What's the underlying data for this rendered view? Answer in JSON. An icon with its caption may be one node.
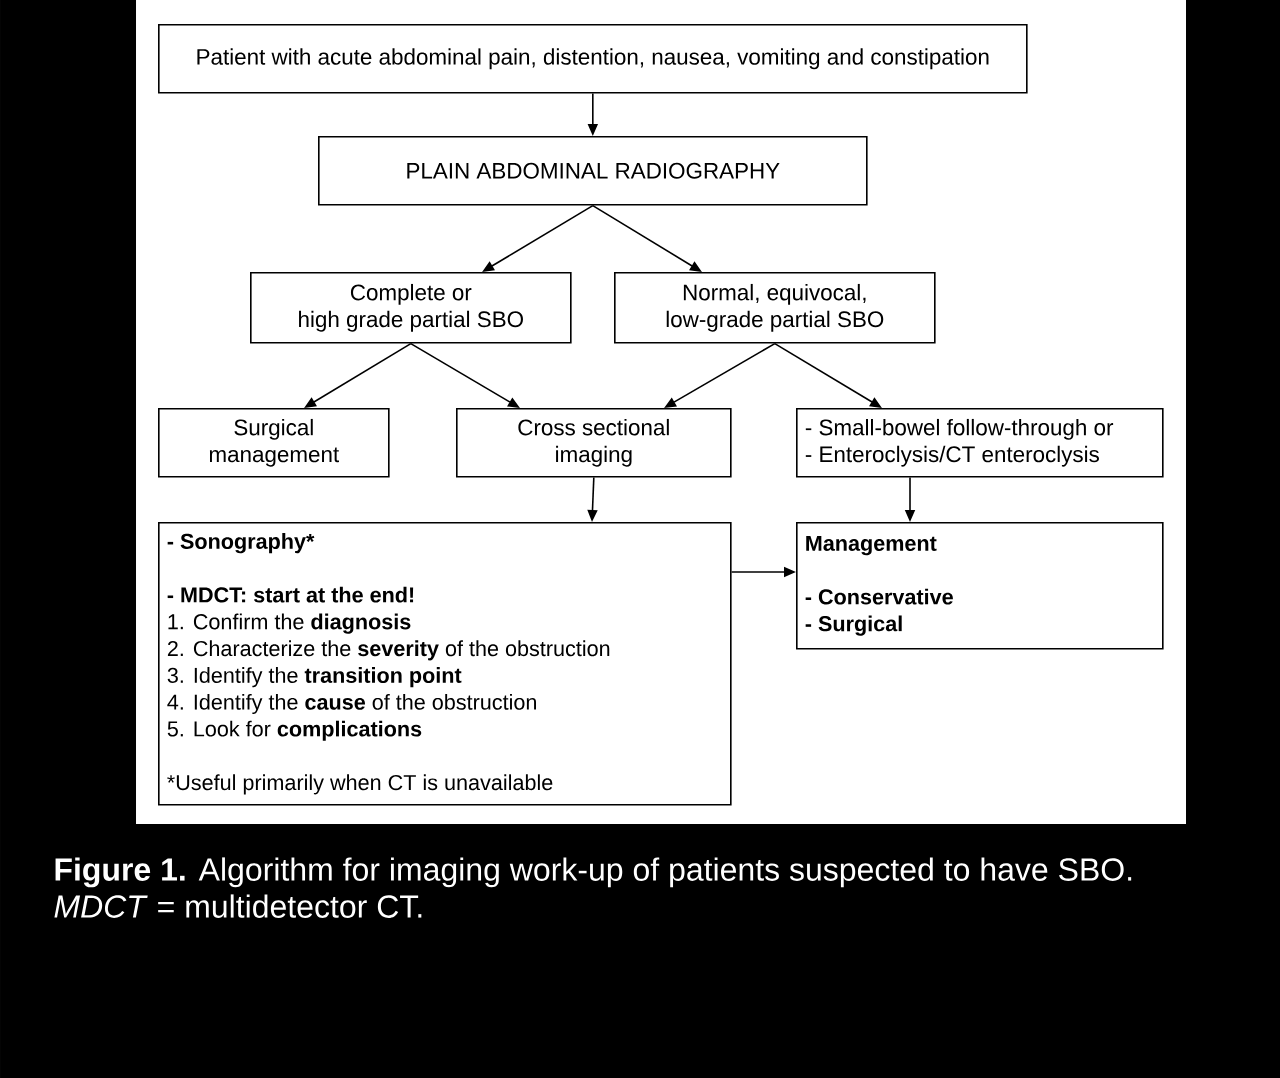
{
  "diagram": {
    "caption": "**Figure 1.** Algorithm for imaging work-up of patients suspected to have SBO. *MDCT* = multidetector CT.",
    "nodes": [
      {
        "text": [
          "Patient with acute abdominal pain, distention, nausea, vomiting and constipation"
        ]
      },
      {
        "text": [
          "PLAIN ABDOMINAL RADIOGRAPHY"
        ]
      },
      {
        "text": [
          "Complete or high grade partial SBO"
        ]
      },
      {
        "text": [
          "Normal, equivocal, low-grade partial SBO"
        ]
      },
      {
        "text": [
          "Surgical management"
        ]
      },
      {
        "text": [
          "Cross sectional imaging"
        ]
      },
      {
        "text": [
          "- Small-bowel follow-through or",
          "- Enteroclysis/CT enteroclysis"
        ]
      },
      {
        "text": [
          "- Sonography*",
          "- MDCT: start at the end!",
          "1. Confirm the **diagnosis**",
          "2. Characterize the **severity** of the obstruction",
          "3. Identify the **transition point**",
          "4. Identify the **cause** of the obstruction",
          "5. Look for **complications**",
          "*Useful primarily when CT is unavailable"
        ]
      },
      {
        "text": [
          "Management",
          "- Conservative",
          "- Surgical"
        ]
      }
    ],
    "edges": [
      {
        "from": 0,
        "to": 1,
        "arrow": "to"
      },
      {
        "from": 1,
        "to": 2,
        "arrow": "to"
      },
      {
        "from": 1,
        "to": 3,
        "arrow": "to"
      },
      {
        "from": 2,
        "to": 4,
        "arrow": "to"
      },
      {
        "from": 2,
        "to": 5,
        "arrow": "to"
      },
      {
        "from": 3,
        "to": 5,
        "arrow": "to"
      },
      {
        "from": 3,
        "to": 6,
        "arrow": "to"
      },
      {
        "from": 5,
        "to": 7,
        "arrow": "to"
      },
      {
        "from": 6,
        "to": 8,
        "arrow": "to"
      },
      {
        "from": 7,
        "to": 8,
        "arrow": "to"
      }
    ]
  }
}
